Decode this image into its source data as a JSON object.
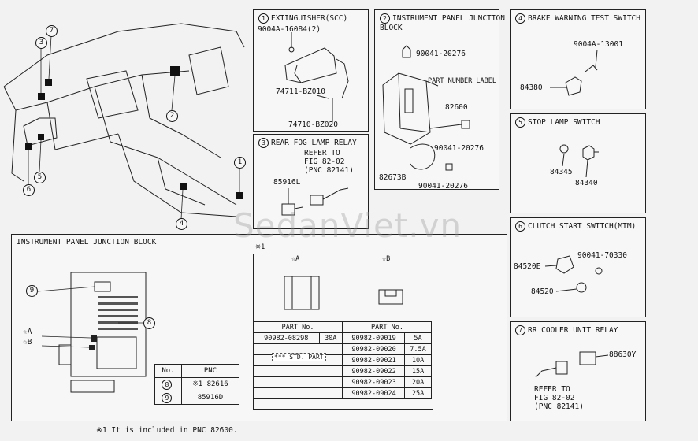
{
  "watermark": "SedanViet.vn",
  "overview": {
    "callouts": [
      "1",
      "2",
      "3",
      "4",
      "5",
      "6",
      "7"
    ]
  },
  "p1": {
    "num": "1",
    "title": "EXTINGUISHER(SCC)",
    "parts": [
      "9004A-16084(2)",
      "74711-BZ010",
      "74710-BZ020"
    ]
  },
  "p2": {
    "num": "2",
    "title": "INSTRUMENT PANEL JUNCTION\nBLOCK",
    "parts": [
      "90041-20276",
      "PART NUMBER LABEL",
      "82600",
      "90041-20276",
      "82673B",
      "90041-20276"
    ]
  },
  "p3": {
    "num": "3",
    "title": "REAR FOG LAMP RELAY",
    "refer": "REFER TO\nFIG 82-02\n(PNC 82141)",
    "part": "85916L"
  },
  "p4": {
    "num": "4",
    "title": "BRAKE WARNING TEST SWITCH",
    "parts": [
      "9004A-13001",
      "84380"
    ]
  },
  "p5": {
    "num": "5",
    "title": "STOP LAMP SWITCH",
    "parts": [
      "84345",
      "84340"
    ]
  },
  "p6": {
    "num": "6",
    "title": "CLUTCH START SWITCH(MTM)",
    "parts": [
      "84520E",
      "90041-70330",
      "84520"
    ]
  },
  "p7": {
    "num": "7",
    "title": "RR COOLER UNIT RELAY",
    "parts": [
      "88630Y"
    ],
    "refer": "REFER TO\nFIG 82-02\n(PNC 82141)"
  },
  "ipjb": {
    "title": "INSTRUMENT PANEL JUNCTION BLOCK",
    "star_a": "☆A",
    "star_b": "☆B",
    "callout9": "9",
    "callout8": "8"
  },
  "fuse_table": {
    "note_mark": "※1",
    "col_a": "☆A",
    "col_b": "☆B",
    "hdr_part_a": "PART No.",
    "hdr_part_b": "PART No.",
    "a_part": "90982-08298",
    "a_amp": "30A",
    "std_part": "*** STD. PART",
    "b_rows": [
      {
        "part": "90982-09019",
        "amp": "5A"
      },
      {
        "part": "90982-09020",
        "amp": "7.5A"
      },
      {
        "part": "90982-09021",
        "amp": "10A"
      },
      {
        "part": "90982-09022",
        "amp": "15A"
      },
      {
        "part": "90982-09023",
        "amp": "20A"
      },
      {
        "part": "90982-09024",
        "amp": "25A"
      }
    ]
  },
  "pnc_table": {
    "hdr_no": "No.",
    "hdr_pnc": "PNC",
    "rows": [
      {
        "no": "8",
        "pnc": "※1 82616"
      },
      {
        "no": "9",
        "pnc": "85916D"
      }
    ]
  },
  "footnote": "※1 It is included in PNC 82600."
}
